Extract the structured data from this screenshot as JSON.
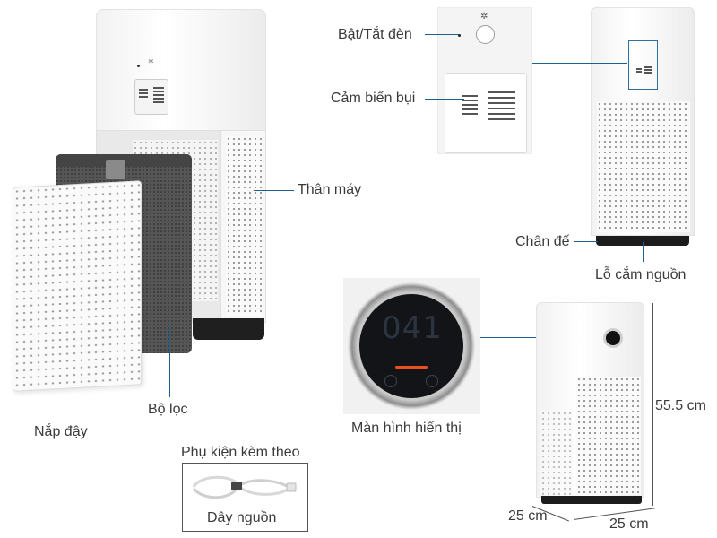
{
  "labels": {
    "light_toggle": "Bật/Tắt đèn",
    "dust_sensor": "Cảm biến bụi",
    "body": "Thân máy",
    "base": "Chân đế",
    "power_socket": "Lỗ cắm nguồn",
    "display": "Màn hình hiển thị",
    "cover": "Nắp đậy",
    "filter": "Bộ lọc",
    "accessories_title": "Phụ kiện kèm theo",
    "power_cord": "Dây nguồn"
  },
  "display": {
    "reading": "041"
  },
  "dimensions": {
    "height": "55.5 cm",
    "depth": "25 cm",
    "width": "25 cm"
  },
  "colors": {
    "leader_line": "#1f5f8f",
    "indicator_orange": "#e8501e",
    "filter_gray": "#5a5a5a"
  }
}
